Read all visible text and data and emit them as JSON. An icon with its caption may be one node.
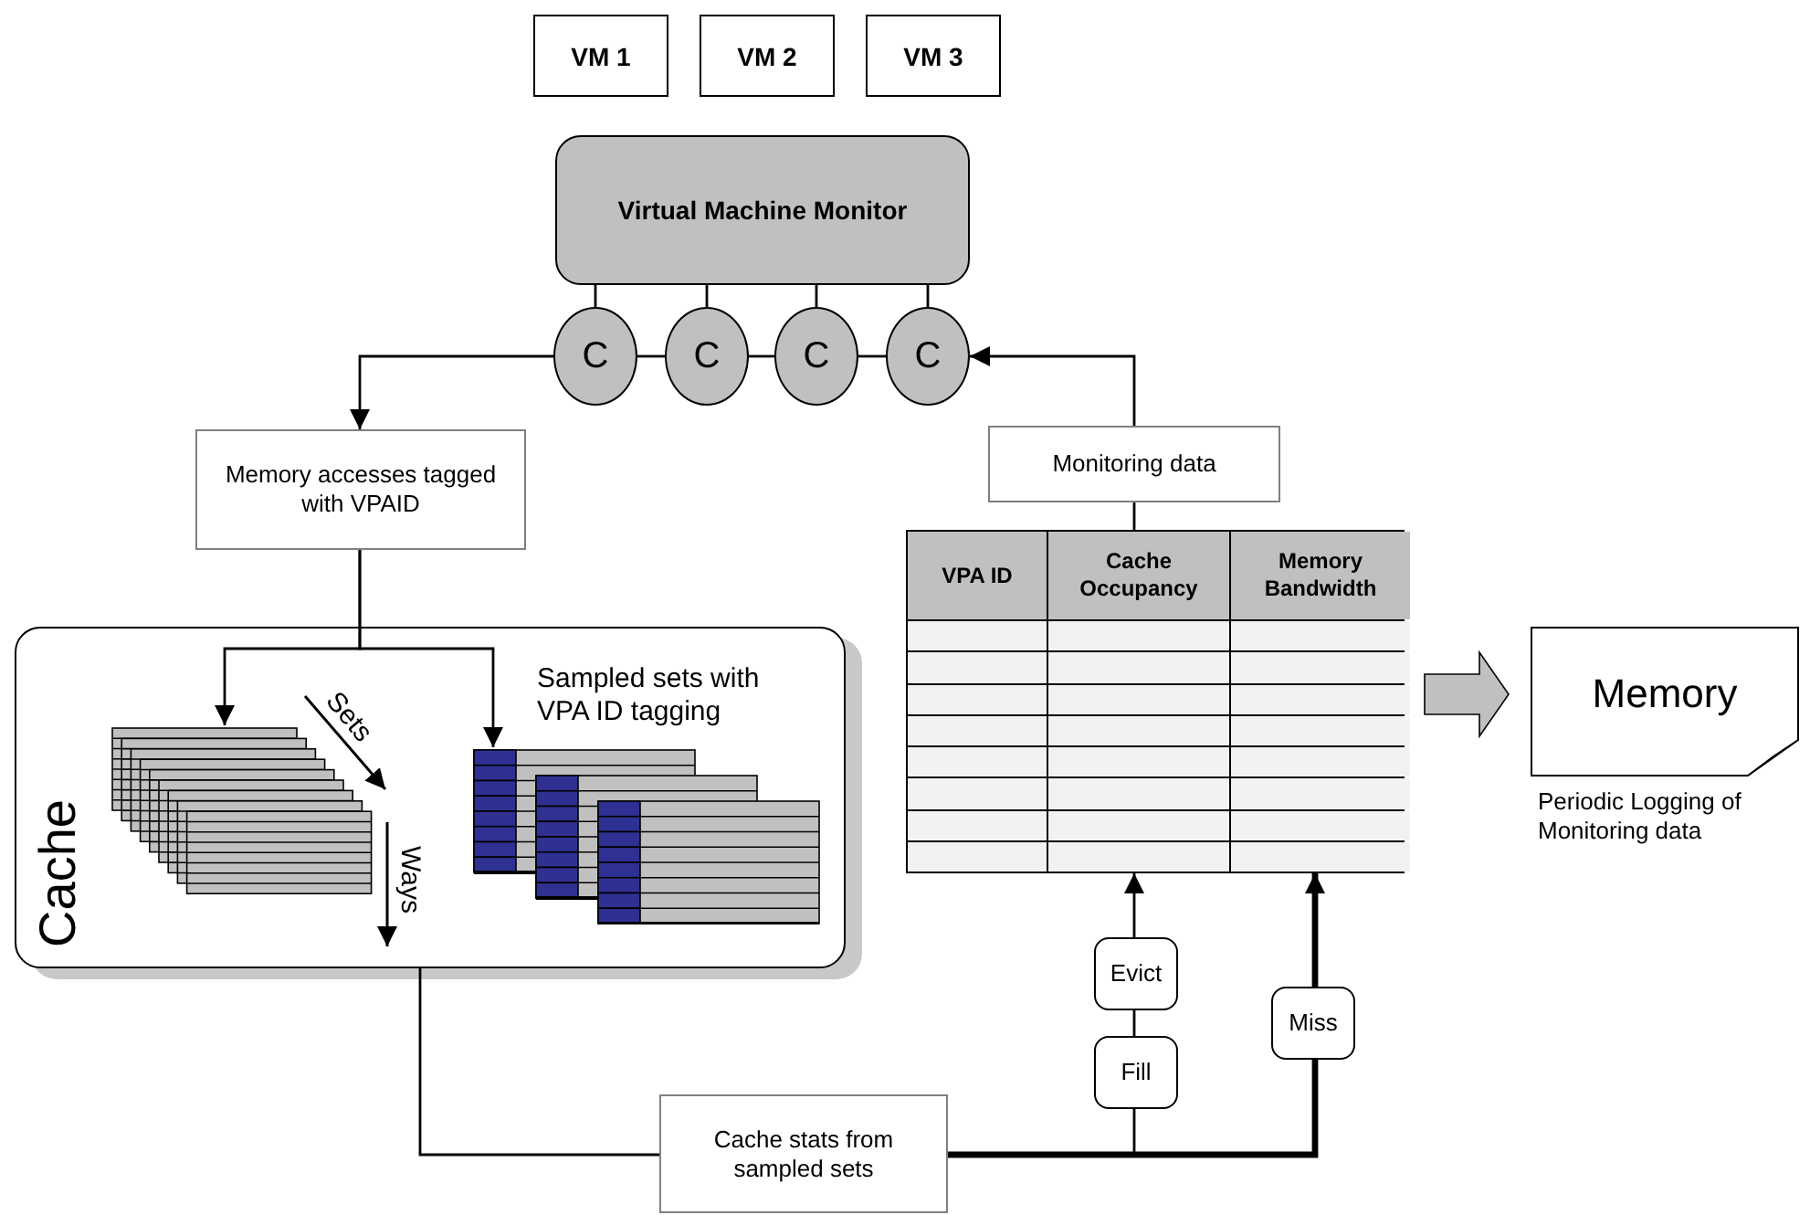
{
  "diagram": {
    "nodes": [
      {
        "text": [
          "VM 1"
        ]
      },
      {
        "text": [
          "VM 2"
        ]
      },
      {
        "text": [
          "VM 3"
        ]
      },
      {
        "text": [
          "Virtual Machine Monitor"
        ]
      },
      {
        "text": [
          "C"
        ]
      },
      {
        "text": [
          "C"
        ]
      },
      {
        "text": [
          "C"
        ]
      },
      {
        "text": [
          "C"
        ]
      },
      {
        "text": [
          "Memory accesses tagged with VPAID"
        ]
      },
      {
        "text": [
          "Cache"
        ]
      },
      {
        "text": [],
        "shape": "picture",
        "in": 9
      },
      {
        "text": [],
        "shape": "picture",
        "in": 9,
        "beside": [
          "Sampled sets with VPA ID tagging"
        ]
      },
      {
        "text": [
          "Monitoring data"
        ]
      },
      {
        "text": [
          "VPA ID",
          "Cache Occupancy",
          "Memory Bandwidth"
        ]
      },
      {
        "text": [
          "Memory"
        ],
        "beside": [
          "Periodic Logging of Monitoring data"
        ]
      },
      {
        "text": [
          "Evict"
        ]
      },
      {
        "text": [
          "Fill"
        ]
      },
      {
        "text": [
          "Miss"
        ]
      },
      {
        "text": [
          "Cache stats from sampled sets"
        ]
      }
    ],
    "edges": [
      {
        "from": 3,
        "to": 4,
        "arrow": "none"
      },
      {
        "from": 3,
        "to": 5,
        "arrow": "none"
      },
      {
        "from": 3,
        "to": 6,
        "arrow": "none"
      },
      {
        "from": 3,
        "to": 7,
        "arrow": "none"
      },
      {
        "from": 4,
        "to": 5,
        "arrow": "none"
      },
      {
        "from": 5,
        "to": 6,
        "arrow": "none"
      },
      {
        "from": 6,
        "to": 7,
        "arrow": "none"
      },
      {
        "from": 4,
        "to": 8,
        "arrow": "to"
      },
      {
        "from": 12,
        "to": 7,
        "arrow": "to"
      },
      {
        "from": 13,
        "to": 12,
        "arrow": "none"
      },
      {
        "from": 8,
        "to": 10,
        "arrow": "to"
      },
      {
        "from": 8,
        "to": 11,
        "arrow": "to"
      },
      {
        "from": 13,
        "to": 14,
        "arrow": "to",
        "style": "thick",
        "color": "#c0c0c0"
      },
      {
        "from": 9,
        "to": 18,
        "arrow": "none"
      },
      {
        "from": 18,
        "to": 16,
        "arrow": "none"
      },
      {
        "from": 16,
        "to": 15,
        "arrow": "none"
      },
      {
        "from": 15,
        "to": 13,
        "arrow": "to"
      },
      {
        "from": 18,
        "to": 17,
        "arrow": "none",
        "style": "thick"
      },
      {
        "from": 17,
        "to": 13,
        "arrow": "to",
        "style": "thick"
      }
    ],
    "labels": [
      "Sets",
      "Ways"
    ]
  }
}
